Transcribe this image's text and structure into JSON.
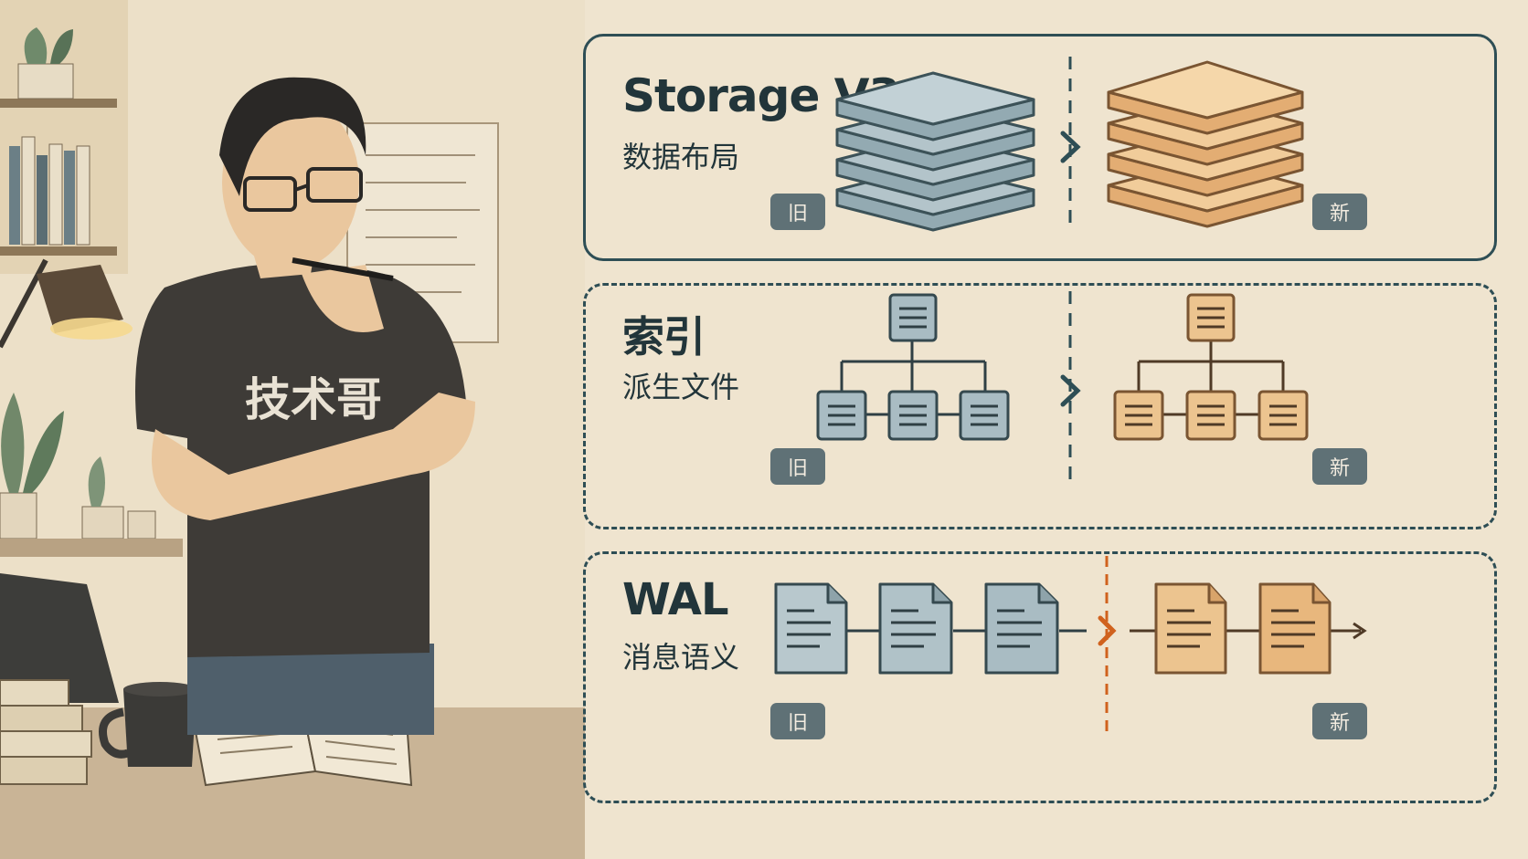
{
  "illustration": {
    "shirt_text": "技术哥"
  },
  "panels": [
    {
      "title": "Storage V3",
      "subtitle": "数据布局",
      "old_badge": "旧",
      "new_badge": "新"
    },
    {
      "title": "索引",
      "subtitle": "派生文件",
      "old_badge": "旧",
      "new_badge": "新"
    },
    {
      "title": "WAL",
      "subtitle": "消息语义",
      "old_badge": "旧",
      "new_badge": "新"
    }
  ],
  "colors": {
    "background": "#efe4cf",
    "frame": "#2e4e55",
    "old_fill": "#a9bcc3",
    "new_fill": "#ecc48f",
    "badge": "#5f7176",
    "accent_orange": "#d0621e"
  },
  "icons": {
    "layer_stack": "layer-stack-icon",
    "document": "document-icon",
    "tree": "index-tree-icon",
    "chevron": "chevron-right-icon"
  }
}
